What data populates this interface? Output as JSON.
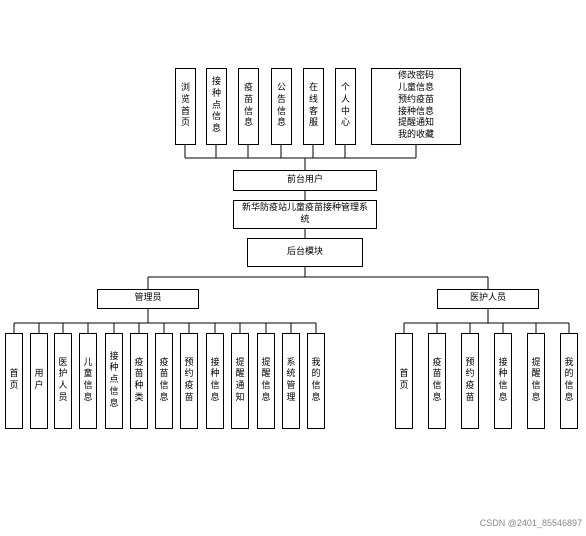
{
  "front_modules": [
    "浏览首页",
    "接种点信息",
    "疫苗信息",
    "公告信息",
    "在线客服",
    "个人中心"
  ],
  "front_extra": [
    "修改密码",
    "儿童信息",
    "预约疫苗",
    "接种信息",
    "提醒通知",
    "我的收藏"
  ],
  "front_user": "前台用户",
  "system_name": "新华防疫站儿童疫苗接种管理系统",
  "backend": "后台模块",
  "admin": {
    "label": "管理员",
    "items": [
      "首页",
      "用户",
      "医护人员",
      "儿童信息",
      "接种点信息",
      "疫苗种类",
      "疫苗信息",
      "预约疫苗",
      "接种信息",
      "提醒通知",
      "提醒信息",
      "系统管理",
      "我的信息"
    ]
  },
  "medical": {
    "label": "医护人员",
    "items": [
      "首页",
      "疫苗信息",
      "预约疫苗",
      "接种信息",
      "提醒信息",
      "我的信息"
    ]
  },
  "watermark": "CSDN @2401_85546897"
}
